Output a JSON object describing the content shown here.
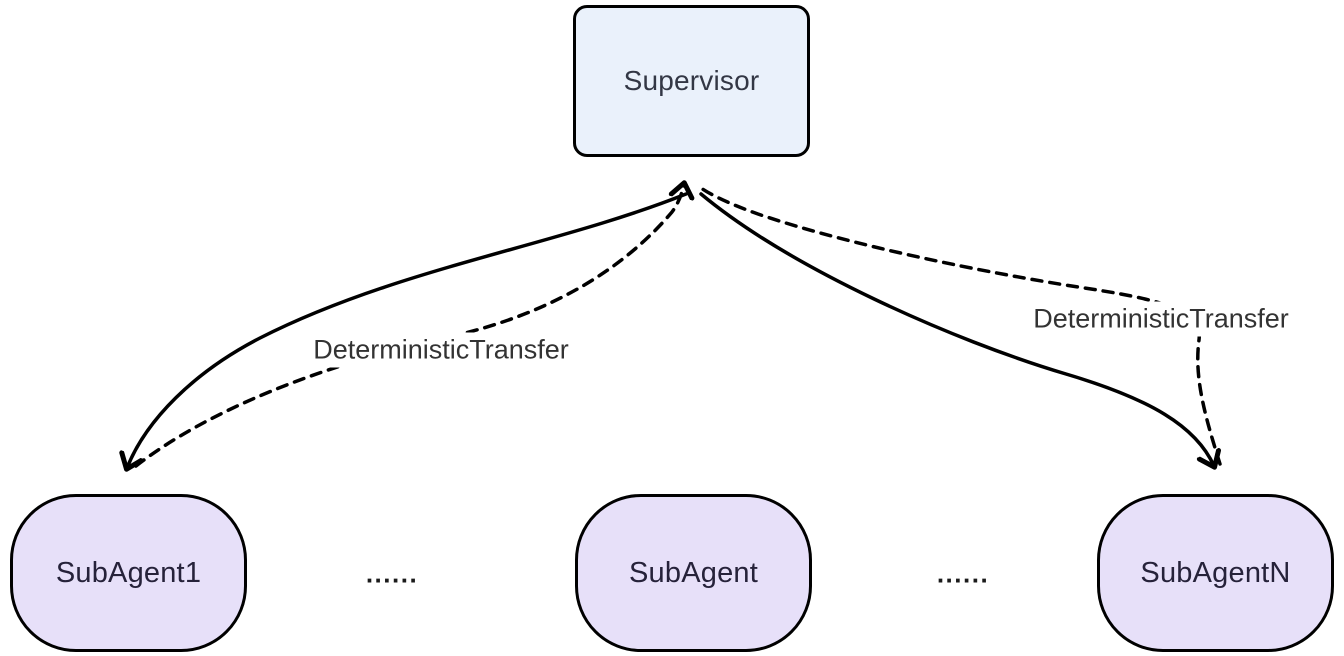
{
  "diagram": {
    "nodes": {
      "supervisor": {
        "label": "Supervisor"
      },
      "subagent1": {
        "label": "SubAgent1"
      },
      "subagent_mid": {
        "label": "SubAgent"
      },
      "subagentn": {
        "label": "SubAgentN"
      }
    },
    "edge_labels": {
      "left": "DeterministicTransfer",
      "right": "DeterministicTransfer"
    },
    "ellipsis": {
      "left": "......",
      "right": "......"
    },
    "colors": {
      "background": "#ffffff",
      "supervisor_fill": "#eaf1fb",
      "supervisor_border": "#000000",
      "subagent_fill": "#e7e0f9",
      "subagent_border": "#000000",
      "edge": "#000000",
      "supervisor_text": "#333745",
      "node_text": "#26223a",
      "label_text": "#333333"
    }
  }
}
